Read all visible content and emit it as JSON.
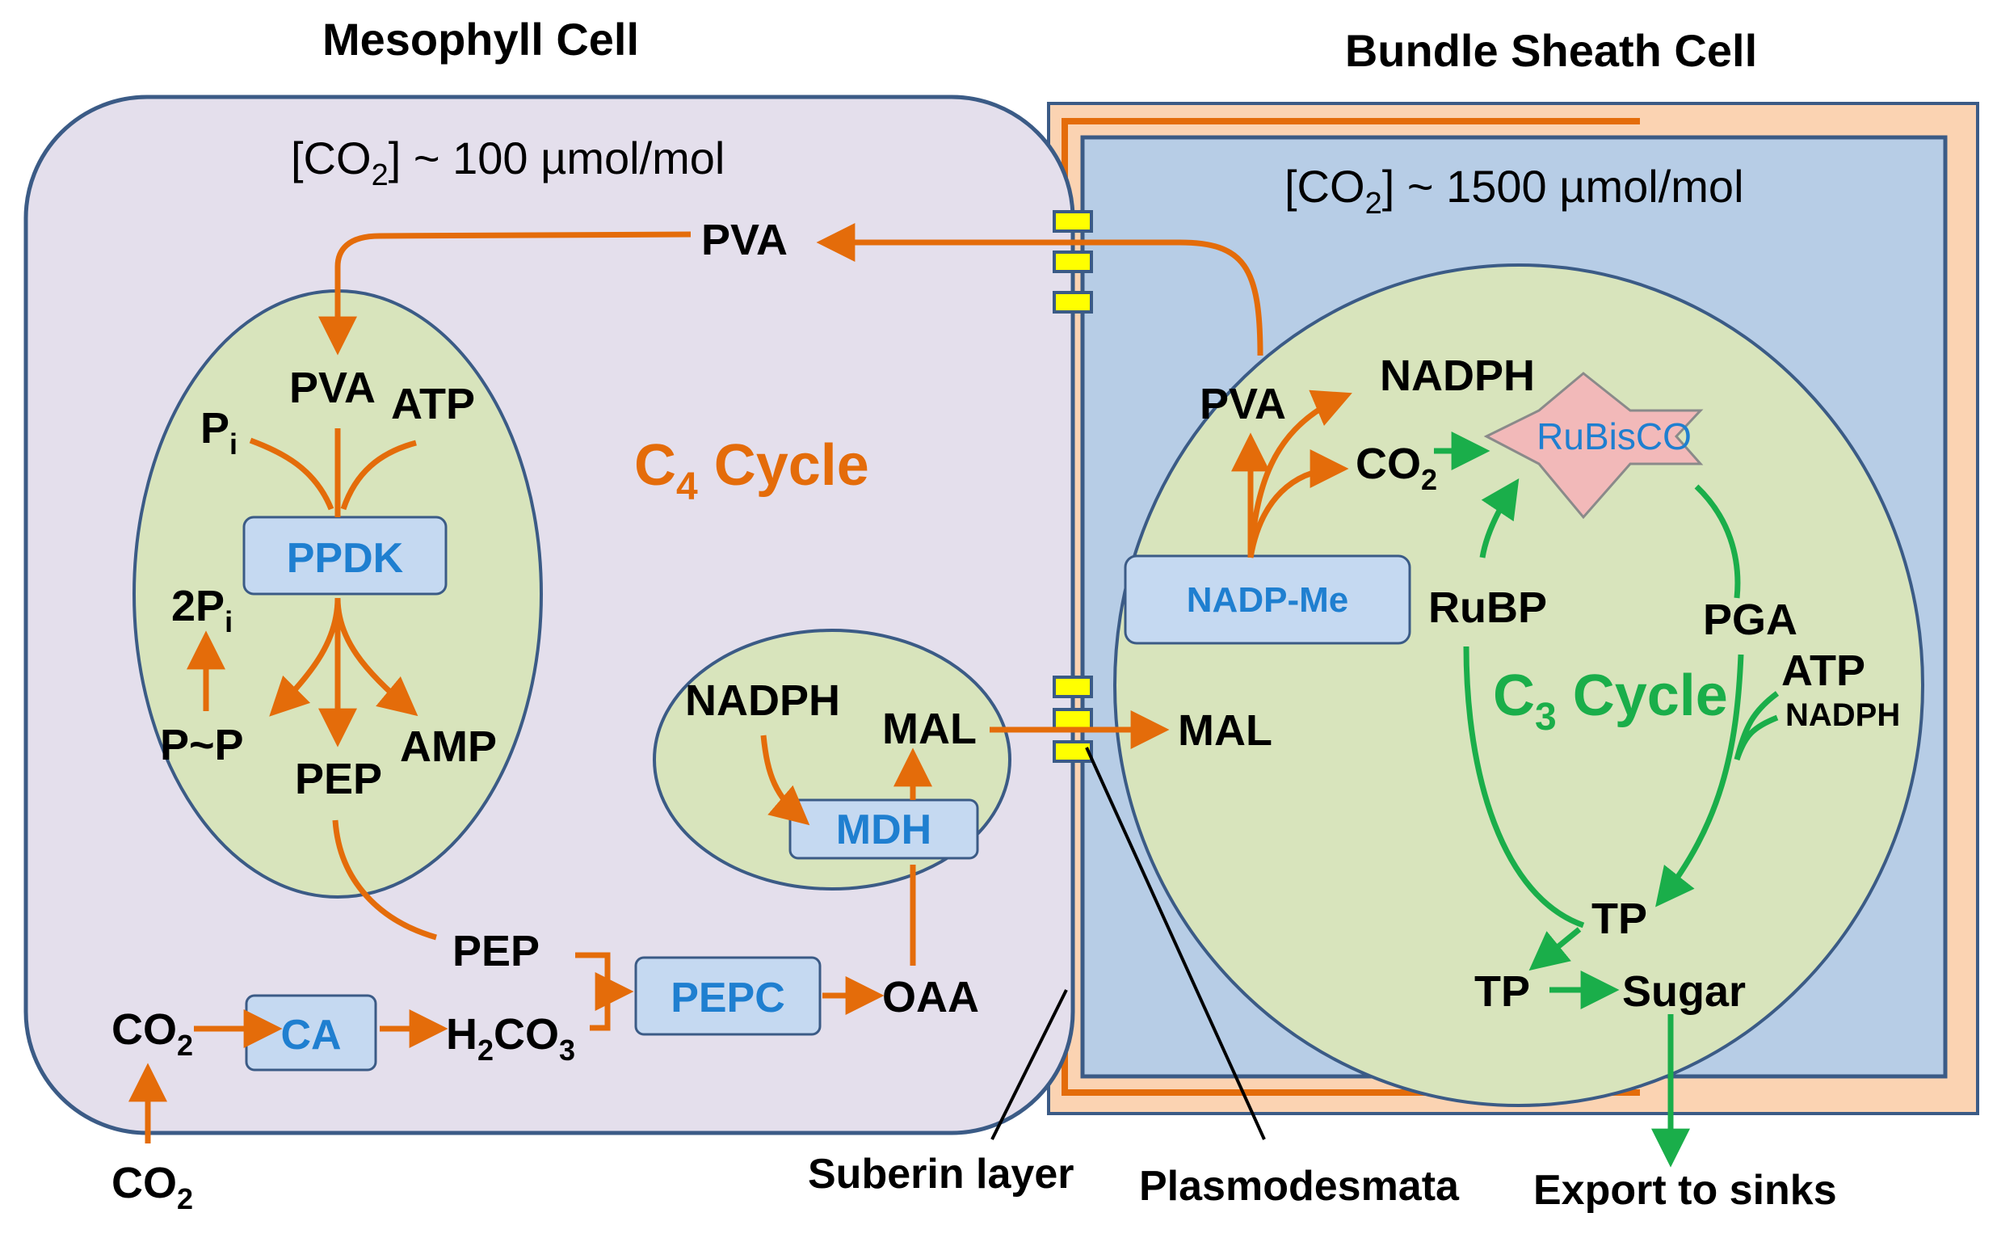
{
  "titles": {
    "mesophyll": "Mesophyll Cell",
    "bundle_sheath": "Bundle Sheath Cell"
  },
  "concentrations": {
    "mesophyll": {
      "prefix": "[CO",
      "sub": "2",
      "suffix": "] ~ 100 µmol/mol"
    },
    "bundle_sheath": {
      "prefix": "[CO",
      "sub": "2",
      "suffix": "] ~ 1500 µmol/mol"
    }
  },
  "cycles": {
    "c4": {
      "main": "C",
      "sub": "4",
      "rest": " Cycle"
    },
    "c3": {
      "main": "C",
      "sub": "3",
      "rest": " Cycle"
    }
  },
  "enzymes": {
    "ppdk": "PPDK",
    "mdh": "MDH",
    "ca": "CA",
    "pepc": "PEPC",
    "nadp_me": "NADP-Me",
    "rubisco": "RuBisCO"
  },
  "metabolites": {
    "pva_cytosol": "PVA",
    "pva_chloroplast": "PVA",
    "atp_chloroplast": "ATP",
    "pi_main": "P",
    "pi_sub": "i",
    "two_pi_main": "2P",
    "two_pi_sub": "i",
    "ppi": "P~P",
    "pep_chloroplast": "PEP",
    "amp": "AMP",
    "pep_cytosol": "PEP",
    "nadph_mesophyll": "NADPH",
    "mal_mesophyll": "MAL",
    "oaa": "OAA",
    "h2co3": {
      "a": "H",
      "b": "2",
      "c": "CO",
      "d": "3"
    },
    "co2_cytosol": {
      "main": "CO",
      "sub": "2"
    },
    "co2_outside": {
      "main": "CO",
      "sub": "2"
    },
    "pva_bundle": "PVA",
    "nadph_bundle": "NADPH",
    "co2_bundle": {
      "main": "CO",
      "sub": "2"
    },
    "mal_bundle": "MAL",
    "rubp": "RuBP",
    "pga": "PGA",
    "atp_bundle": "ATP",
    "nadph_c3": "NADPH",
    "tp_upper": "TP",
    "tp_lower": "TP",
    "sugar": "Sugar"
  },
  "labels": {
    "suberin": "Suberin layer",
    "plasmodesmata": "Plasmodesmata",
    "export": "Export to sinks"
  },
  "colors": {
    "c4_orange": "#e46c0a",
    "c3_green": "#1aae4a",
    "enzyme_blue": "#1f7fd0",
    "cell_border": "#3b5b86",
    "mesophyll_fill": "#e4dfec",
    "bundle_fill": "#b7cde6",
    "chloroplast_fill": "#d8e4bc",
    "suberin_fill": "#fbd3b2",
    "rubisco_fill": "#f2b9b9",
    "plasmodesma_yellow": "#ffff00"
  }
}
